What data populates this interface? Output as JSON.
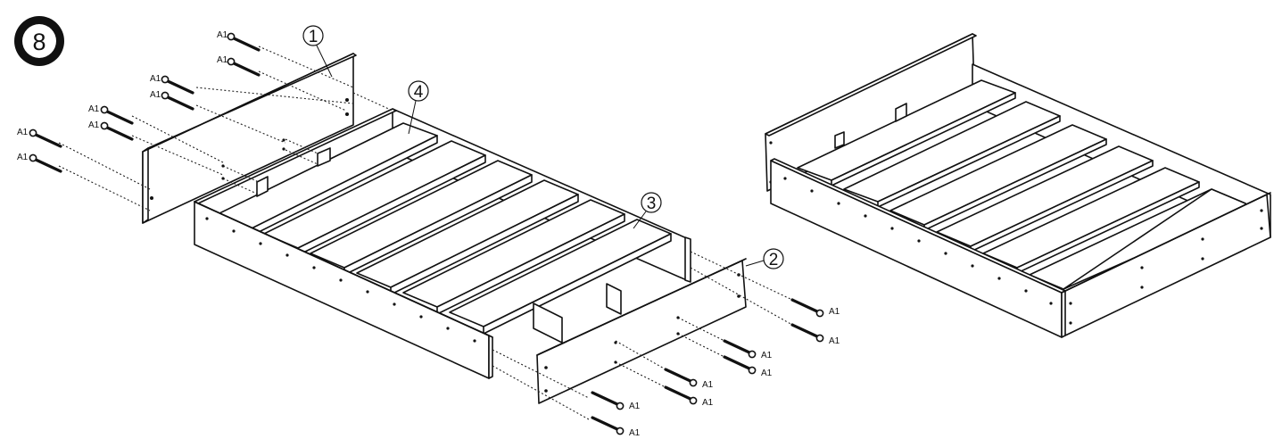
{
  "step": {
    "number": "8"
  },
  "parts": {
    "part1": "1",
    "part2": "2",
    "part3": "3",
    "part4": "4"
  },
  "fastener": {
    "code": "A1"
  }
}
